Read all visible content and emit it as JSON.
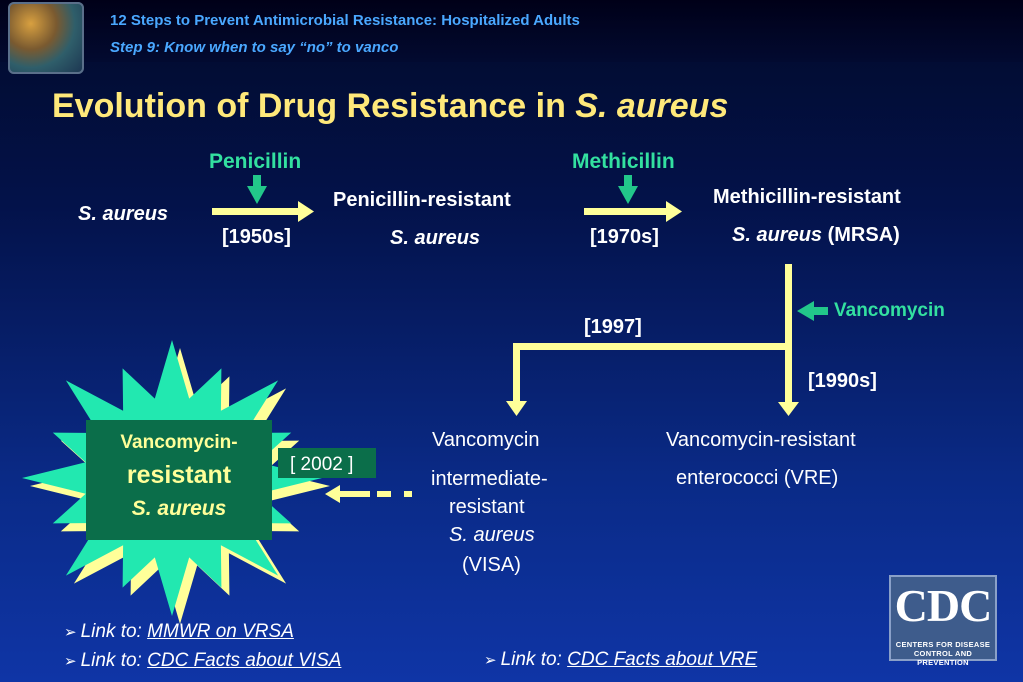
{
  "header": {
    "line1": "12 Steps to Prevent Antimicrobial Resistance: Hospitalized Adults",
    "line2": "Step 9: Know when to say “no” to vanco"
  },
  "title": {
    "main": "Evolution of Drug Resistance in ",
    "species": "S. aureus"
  },
  "diagram": {
    "penicillin": "Penicillin",
    "methicillin": "Methicillin",
    "vancomycin_drug": "Vancomycin",
    "s_aureus": "S. aureus",
    "pen_resistant_line1": "Penicillin-resistant",
    "pen_resistant_line2": "S. aureus",
    "meth_resistant_line1": "Methicillin-resistant",
    "meth_resistant_species": "S. aureus",
    "meth_resistant_abbr": " (MRSA)",
    "date_1950s": "[1950s]",
    "date_1970s": "[1970s]",
    "date_1997": "[1997]",
    "date_1990s": "[1990s]",
    "date_2002": "[ 2002 ]",
    "visa_line1": "Vancomycin",
    "visa_line2": "intermediate-",
    "visa_line3": "resistant",
    "visa_line4": "S. aureus",
    "visa_line5": "(VISA)",
    "vre_line1": "Vancomycin-resistant",
    "vre_line2": "enterococci (VRE)",
    "vrsa_line1": "Vancomycin-",
    "vrsa_line2": "resistant",
    "vrsa_line3": "S. aureus"
  },
  "links": {
    "prefix": "Link to: ",
    "mmwr_vrsa": "MMWR on VRSA",
    "cdc_visa": "CDC Facts about VISA",
    "cdc_vre": "CDC Facts about VRE"
  },
  "cdc_logo": {
    "text": "CDC",
    "sub1": "CENTERS FOR DISEASE",
    "sub2": "CONTROL AND PREVENTION"
  },
  "colors": {
    "title": "#ffe97a",
    "header": "#4aa8ff",
    "drug": "#33e0a0",
    "arrow": "#ffff99",
    "star": "#22e8b0"
  }
}
